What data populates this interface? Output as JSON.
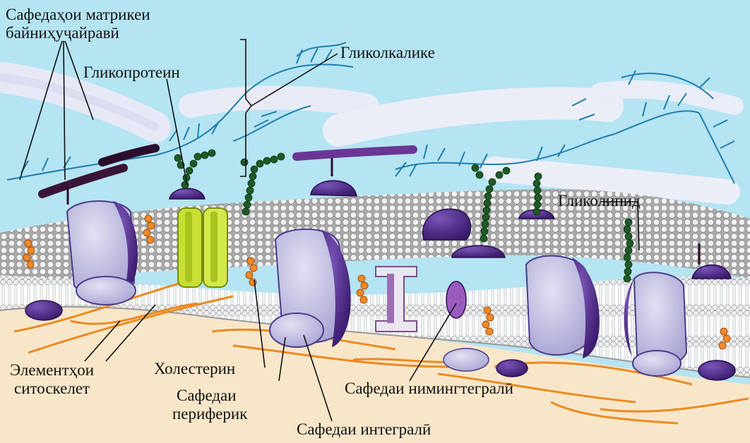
{
  "labels": {
    "ecm_line1": "Сафедаҳои матрикеи",
    "ecm_line2": "байниҳуҷайравӣ",
    "glycoprotein": "Гликопротеин",
    "glycocalyx": "Гликолкалике",
    "glycolipid": "Гликолипид",
    "cytoskeleton_line1": "Элементҳои",
    "cytoskeleton_line2": "ситоскелет",
    "cholesterol": "Холестерин",
    "peripheral_line1": "Сафедаи",
    "peripheral_line2": "периферик",
    "integral": "Сафедаи интегралӣ",
    "nonintegral": "Сафедаи нимингтегралӣ"
  },
  "colors": {
    "sky": "#b5e4f3",
    "cytoplasm": "#f8e6c9",
    "lipid_head": "#dcdcdc",
    "protein_light": "#c4c2e4",
    "protein_dark": "#4d2a86",
    "glycan": "#1e5a26",
    "glycocalyx_fiber": "#1f7fb0",
    "cholesterol": "#f08a2a",
    "channel": "#c8e034",
    "fiber_cytoskeleton": "#ec8a1f"
  }
}
